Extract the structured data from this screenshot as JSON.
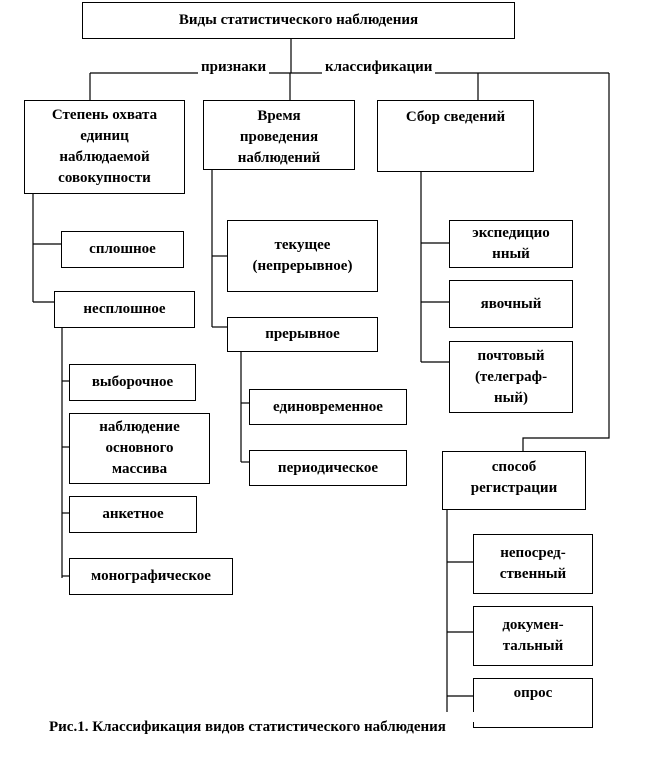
{
  "title": "Виды статистического наблюдения",
  "branch_labels": {
    "left": "признаки",
    "right": "классификации"
  },
  "categories": {
    "coverage": "Степень охвата\nединиц\nнаблюдаемой\nсовокупности",
    "time": "Время\nпроведения\nнаблюдений",
    "collection": "Сбор сведений",
    "registration": "способ\nрегистрации"
  },
  "coverage_items": {
    "continuous": "сплошное",
    "non_continuous": "несплошное",
    "non_continuous_items": [
      "выборочное",
      "наблюдение\nосновного\nмассива",
      "анкетное",
      "монографическое"
    ]
  },
  "time_items": {
    "current": "текущее\n(непрерывное)",
    "interrupted": "прерывное",
    "interrupted_items": [
      "единовременное",
      "периодическое"
    ]
  },
  "collection_items": [
    "экспедицио\nнный",
    "явочный",
    "почтовый\n(телеграф-\nный)"
  ],
  "registration_items": [
    "непосред-\nственный",
    "докумен-\nтальный",
    "опрос"
  ],
  "caption": "Рис.1. Классификация видов статистического наблюдения"
}
